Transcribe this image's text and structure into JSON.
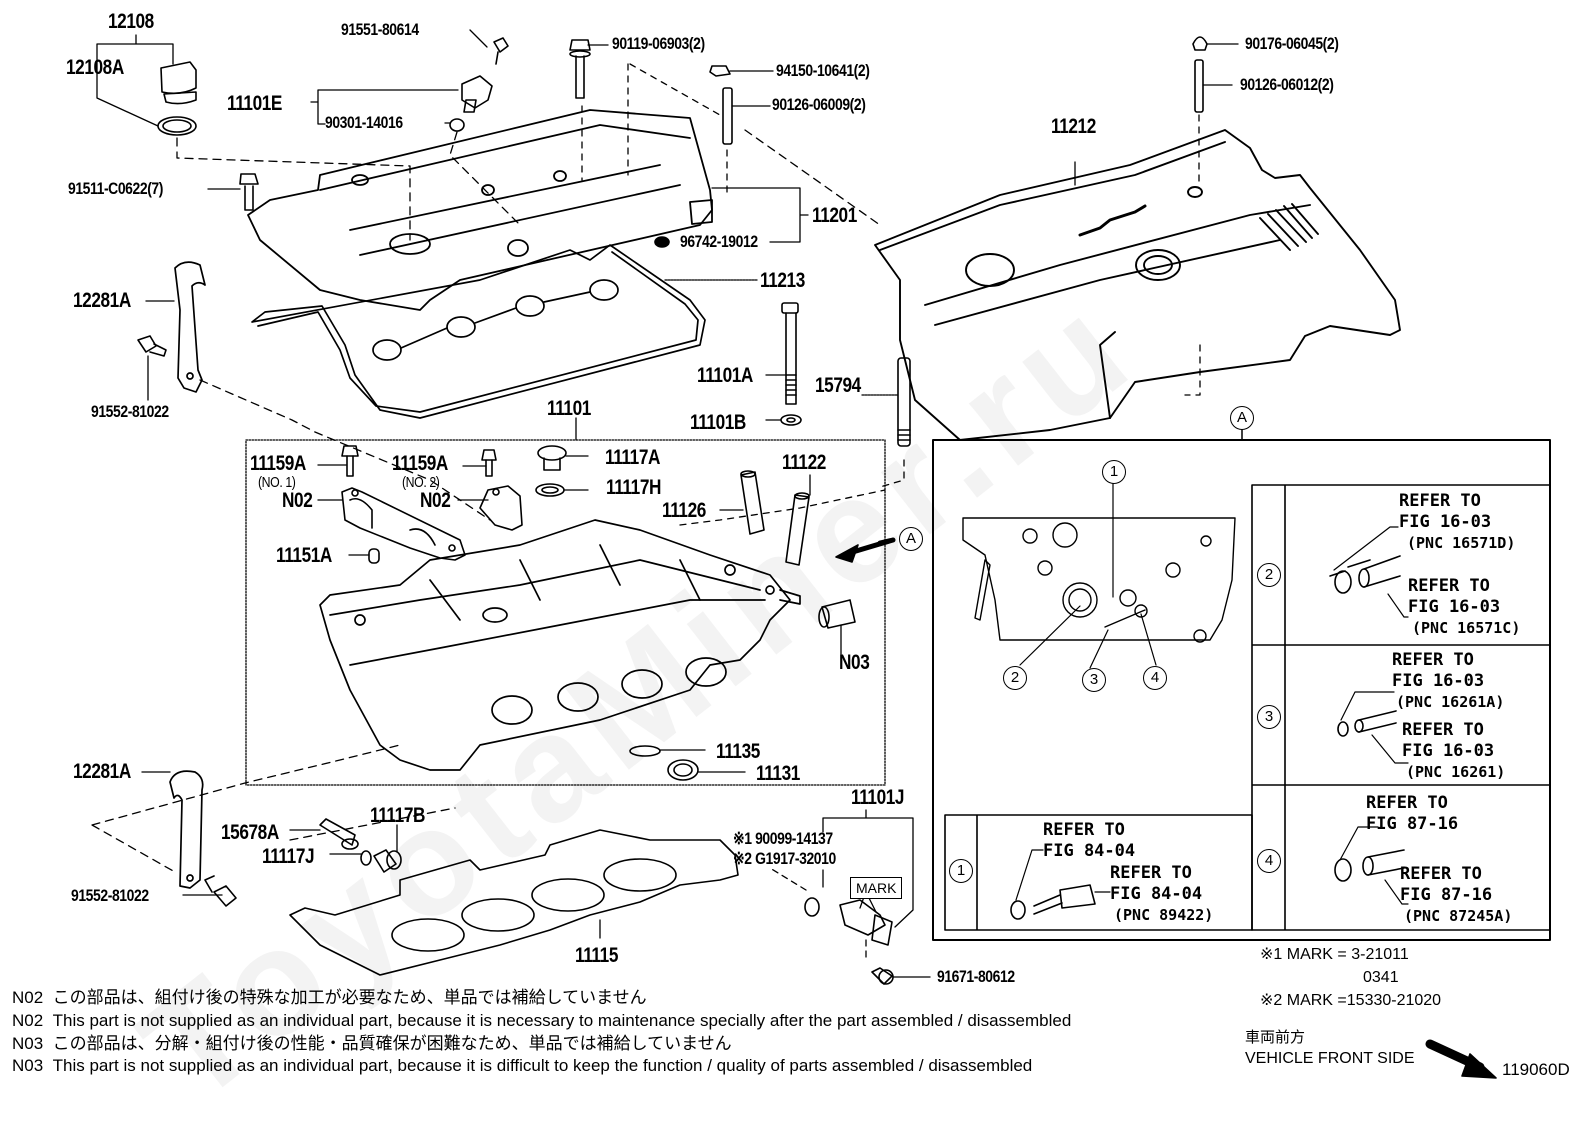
{
  "diagram": {
    "figure_id": "119060D",
    "watermark": "ToyotaMiner.ru",
    "callouts": {
      "p12108": "12108",
      "p12108A": "12108A",
      "p91551": "91551-80614",
      "p11101E": "11101E",
      "p90301": "90301-14016",
      "p90119": "90119-06903(2)",
      "p94150": "94150-10641(2)",
      "p90126a": "90126-06009(2)",
      "p90176": "90176-06045(2)",
      "p90126b": "90126-06012(2)",
      "p11212": "11212",
      "p91511": "91511-C0622(7)",
      "p11201": "11201",
      "p96742": "96742-19012",
      "p11213": "11213",
      "p12281A_top": "12281A",
      "p91552_top": "91552-81022",
      "p11101A": "11101A",
      "p15794": "15794",
      "p11101B": "11101B",
      "p11101": "11101",
      "p11159A_1": "11159A",
      "p11159A_1_sub": "(NO. 1)",
      "p11159A_2": "11159A",
      "p11159A_2_sub": "(NO. 2)",
      "p11117A": "11117A",
      "p11117H": "11117H",
      "p11122": "11122",
      "p11126": "11126",
      "pN02_a": "N02",
      "pN02_b": "N02",
      "p11151A": "11151A",
      "pN03": "N03",
      "p11135": "11135",
      "p11131": "11131",
      "p12281A_bot": "12281A",
      "p15678A": "15678A",
      "p11117B": "11117B",
      "p11117J": "11117J",
      "p91552_bot": "91552-81022",
      "p11115": "11115",
      "p11101J": "11101J",
      "p90099": "※1 90099-14137",
      "pG1917": "※2 G1917-32010",
      "mark_box": "MARK",
      "p91671": "91671-80612",
      "view_a": "A"
    },
    "detail_a": {
      "label": "A",
      "markers": [
        "1",
        "2",
        "3",
        "4"
      ],
      "rows": [
        {
          "num": "2",
          "ref1_line1": "REFER TO",
          "ref1_line2": "FIG 16-03",
          "ref1_pnc": "(PNC 16571D)",
          "ref2_line1": "REFER TO",
          "ref2_line2": "FIG 16-03",
          "ref2_pnc": "(PNC 16571C)"
        },
        {
          "num": "3",
          "ref1_line1": "REFER TO",
          "ref1_line2": "FIG 16-03",
          "ref1_pnc": "(PNC 16261A)",
          "ref2_line1": "REFER TO",
          "ref2_line2": "FIG 16-03",
          "ref2_pnc": "(PNC 16261)"
        },
        {
          "num": "4",
          "ref1_line1": "REFER TO",
          "ref1_line2": "FIG 87-16",
          "ref1_pnc": "",
          "ref2_line1": "REFER TO",
          "ref2_line2": "FIG 87-16",
          "ref2_pnc": "(PNC 87245A)"
        },
        {
          "num": "1",
          "ref1_line1": "REFER TO",
          "ref1_line2": "FIG 84-04",
          "ref1_pnc": "",
          "ref2_line1": "REFER TO",
          "ref2_line2": "FIG 84-04",
          "ref2_pnc": "(PNC 89422)"
        }
      ]
    },
    "marks": {
      "mark1_line1": "※1 MARK = 3-21011",
      "mark1_line2": "0341",
      "mark2": "※2 MARK =15330-21020"
    },
    "vehicle_front": {
      "jp": "車両前方",
      "en": "VEHICLE FRONT SIDE"
    },
    "notes": [
      {
        "code": "N02",
        "text": "この部品は、組付け後の特殊な加工が必要なため、単品では補給していません"
      },
      {
        "code": "N02",
        "text": "This part is not supplied as an individual part, because it is necessary to maintenance specially after the part assembled / disassembled"
      },
      {
        "code": "N03",
        "text": "この部品は、分解・組付け後の性能・品質確保が困難なため、単品では補給していません"
      },
      {
        "code": "N03",
        "text": "This part is not supplied as an individual part, because it is difficult to keep the function / quality of parts  assembled / disassembled"
      }
    ]
  }
}
